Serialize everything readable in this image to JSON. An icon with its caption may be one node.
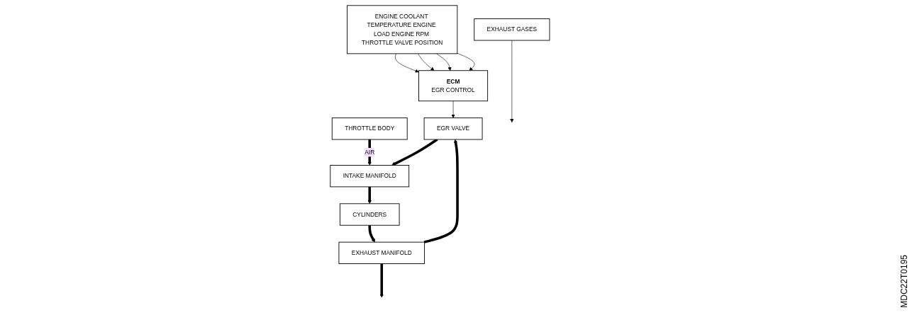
{
  "diagram": {
    "nodes": [
      {
        "text": [
          "ENGINE COOLANT TEMPERATURE ENGINE LOAD ENGINE RPM THROTTLE VALVE POSITION"
        ]
      },
      {
        "text": [
          "ECM",
          "EGR CONTROL"
        ]
      },
      {
        "text": [
          "EGR VALVE"
        ]
      },
      {
        "text": [
          "THROTTLE BODY"
        ]
      },
      {
        "text": [
          "INTAKE MANIFOLD"
        ]
      },
      {
        "text": [
          "CYLINDERS"
        ]
      },
      {
        "text": [
          "EXHAUST MANIFOLD"
        ]
      },
      {
        "text": [
          "EXHAUST GASES"
        ]
      }
    ],
    "edges": [
      {
        "from": 0,
        "to": 1,
        "arrow": "to"
      },
      {
        "from": 0,
        "to": 1,
        "arrow": "to"
      },
      {
        "from": 0,
        "to": 1,
        "arrow": "to"
      },
      {
        "from": 0,
        "to": 1,
        "arrow": "to"
      },
      {
        "from": 1,
        "to": 2,
        "arrow": "to"
      },
      {
        "from": 3,
        "to": 4,
        "arrow": "to",
        "label": "AIR",
        "style": "thick"
      },
      {
        "from": 4,
        "to": 5,
        "arrow": "to",
        "style": "thick"
      },
      {
        "from": 5,
        "to": 6,
        "arrow": "to",
        "style": "thick"
      },
      {
        "from": 6,
        "to": 2,
        "arrow": "to",
        "style": "thick"
      },
      {
        "from": 2,
        "to": 4,
        "arrow": "to",
        "style": "thick"
      },
      {
        "from": 6,
        "to": null,
        "arrow": "to",
        "style": "thick"
      },
      {
        "from": 7,
        "to": null,
        "arrow": "to"
      }
    ],
    "labels": [
      "MDC22T0195"
    ]
  }
}
